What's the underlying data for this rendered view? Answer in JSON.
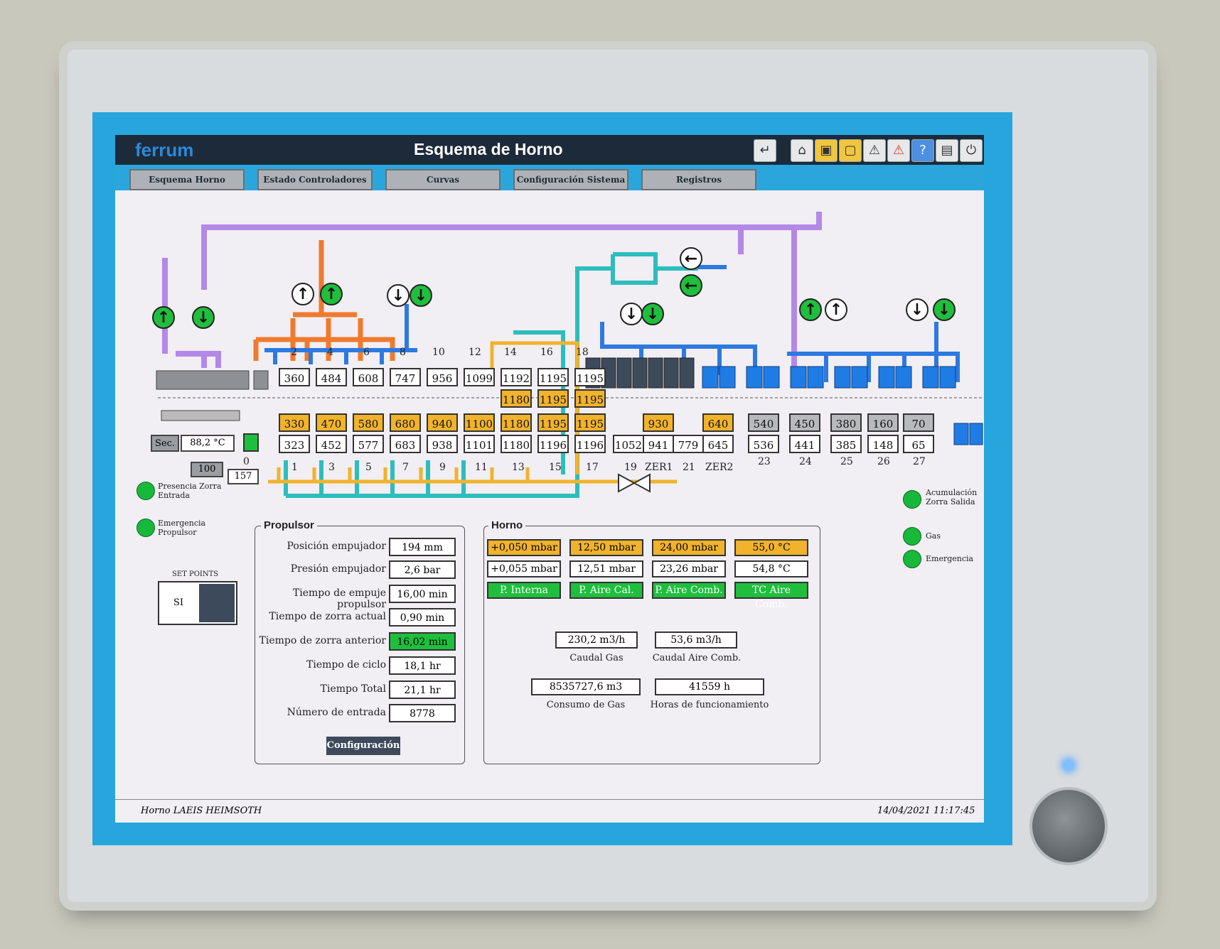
{
  "window": {
    "brand": "ferrum",
    "title": "Esquema de Horno",
    "toolbar_icons": [
      "enter-icon",
      "home-icon",
      "lock-icon",
      "unlock-icon",
      "warning-icon",
      "alarm-icon",
      "help-icon",
      "print-icon",
      "power-icon"
    ]
  },
  "nav": {
    "tabs": [
      {
        "label": "Esquema Horno"
      },
      {
        "label": "Estado Controladores"
      },
      {
        "label": "Curvas"
      },
      {
        "label": "Configuración Sistema"
      },
      {
        "label": "Registros"
      }
    ]
  },
  "furnace": {
    "top_zone_numbers": [
      "2",
      "4",
      "6",
      "8",
      "10",
      "12",
      "14",
      "16",
      "18"
    ],
    "top_values": [
      "360",
      "484",
      "608",
      "747",
      "956",
      "1099",
      "1192",
      "1195",
      "1195"
    ],
    "top_setpoints": [
      "1180",
      "1195",
      "1195"
    ],
    "bottom_setpoints": [
      "330",
      "470",
      "580",
      "680",
      "940",
      "1100",
      "1180",
      "1195",
      "1195"
    ],
    "bottom_values": [
      "323",
      "452",
      "577",
      "683",
      "938",
      "1101",
      "1180",
      "1196",
      "1196"
    ],
    "bottom_zone_numbers": [
      "1",
      "3",
      "5",
      "7",
      "9",
      "11",
      "13",
      "15",
      "17"
    ],
    "zone19": {
      "value": "1052",
      "label": "19"
    },
    "zer1": {
      "setpoint": "930",
      "value": "941",
      "label": "ZER1"
    },
    "zone21": {
      "value": "779",
      "label": "21"
    },
    "zer2": {
      "setpoint": "640",
      "value": "645",
      "label": "ZER2"
    },
    "cooling_setpoints": [
      "540",
      "450",
      "380",
      "160",
      "70"
    ],
    "cooling_values": [
      "536",
      "441",
      "385",
      "148",
      "65"
    ],
    "cooling_labels": [
      "23",
      "24",
      "25",
      "26",
      "27"
    ],
    "entry": {
      "sec_label": "Sec.",
      "sec_value": "88,2 °C",
      "speed": "100",
      "zero": "0",
      "count": "157"
    },
    "lamps": {
      "presencia": "Presencia Zorra Entrada",
      "emergencia_prop": "Emergencia Propulsor",
      "acumulacion": "Acumulación Zorra Salida",
      "gas": "Gas",
      "emergencia": "Emergencia"
    },
    "setpoints_label": "SET POINTS",
    "setpoints_value": "SI"
  },
  "propulsor": {
    "title": "Propulsor",
    "rows": [
      {
        "label": "Posición empujador",
        "value": "194 mm"
      },
      {
        "label": "Presión empujador",
        "value": "2,6 bar"
      },
      {
        "label": "Tiempo de empuje propulsor",
        "value": "16,00 min"
      },
      {
        "label": "Tiempo de zorra actual",
        "value": "0,90 min"
      },
      {
        "label": "Tiempo de zorra anterior",
        "value": "16,02 min"
      },
      {
        "label": "Tiempo de ciclo",
        "value": "18,1 hr"
      },
      {
        "label": "Tiempo Total",
        "value": "21,1 hr"
      },
      {
        "label": "Número de entrada",
        "value": "8778"
      }
    ],
    "config_button": "Configuración"
  },
  "horno": {
    "title": "Horno",
    "setpoints": [
      "+0,050 mbar",
      "12,50 mbar",
      "24,00 mbar",
      "55,0 °C"
    ],
    "values": [
      "+0,055 mbar",
      "12,51 mbar",
      "23,26 mbar",
      "54,8 °C"
    ],
    "labels": [
      "P. Interna",
      "P. Aire Cal.",
      "P. Aire Comb.",
      "TC Aire Comb."
    ],
    "caudal_gas": {
      "value": "230,2 m3/h",
      "label": "Caudal Gas"
    },
    "caudal_aire": {
      "value": "53,6 m3/h",
      "label": "Caudal Aire Comb."
    },
    "consumo_gas": {
      "value": "8535727,6 m3",
      "label": "Consumo de Gas"
    },
    "horas": {
      "value": "41559 h",
      "label": "Horas de funcionamiento"
    }
  },
  "status": {
    "left": "Horno LAEIS HEIMSOTH",
    "right": "14/04/2021 11:17:45"
  }
}
